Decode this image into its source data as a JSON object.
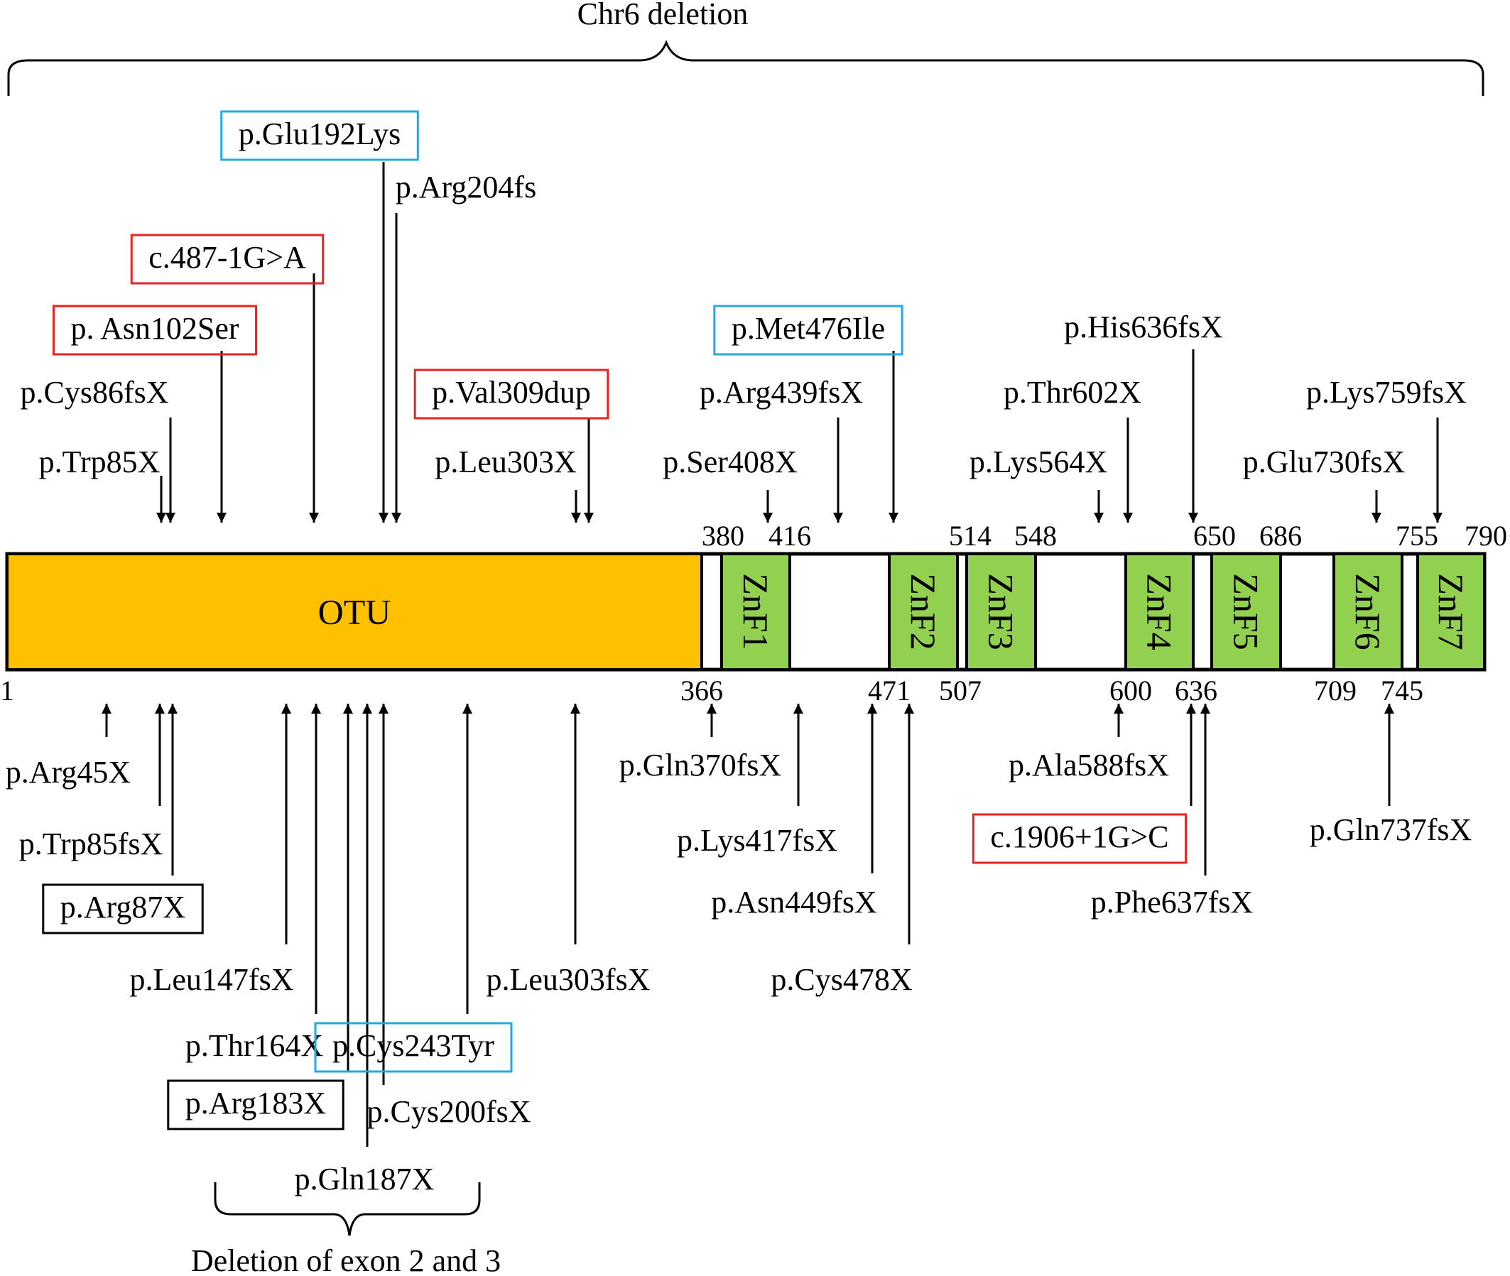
{
  "title": "Chr6 deletion",
  "exon_deletion_label": "Deletion of exon 2 and 3",
  "colors": {
    "otu": "#FFC000",
    "znf": "#92D050",
    "box_red": "#E8221E",
    "box_blue": "#29A8DF",
    "box_black": "#000000"
  },
  "domains": [
    {
      "name": "OTU",
      "start": 1,
      "end": 366,
      "type": "otu"
    },
    {
      "name": "ZnF1",
      "start": 380,
      "end": 416,
      "type": "znf"
    },
    {
      "name": "ZnF2",
      "start": 471,
      "end": 507,
      "type": "znf"
    },
    {
      "name": "ZnF3",
      "start": 514,
      "end": 548,
      "type": "znf"
    },
    {
      "name": "ZnF4",
      "start": 600,
      "end": 636,
      "type": "znf"
    },
    {
      "name": "ZnF5",
      "start": 650,
      "end": 686,
      "type": "znf"
    },
    {
      "name": "ZnF6",
      "start": 709,
      "end": 745,
      "type": "znf"
    },
    {
      "name": "ZnF7",
      "start": 755,
      "end": 790,
      "type": "znf"
    }
  ],
  "ticks_top": [
    "380",
    "416",
    "514",
    "548",
    "650",
    "686",
    "755",
    "790"
  ],
  "ticks_bottom": [
    "1",
    "366",
    "471",
    "507",
    "600",
    "636",
    "709",
    "745"
  ],
  "mutations_above": [
    {
      "label": "p.Glu192Lys",
      "position": 192,
      "box": "blue"
    },
    {
      "label": "p.Arg204fs",
      "position": 204,
      "box": "none"
    },
    {
      "label": "c.487-1G>A",
      "position": 163,
      "box": "red"
    },
    {
      "label": "p. Asn102Ser",
      "position": 112,
      "box": "red"
    },
    {
      "label": "p.Cys86fsX",
      "position": 86,
      "box": "none"
    },
    {
      "label": "p.Trp85X",
      "position": 85,
      "box": "none"
    },
    {
      "label": "p.Val309dup",
      "position": 309,
      "box": "red"
    },
    {
      "label": "p.Leu303X",
      "position": 303,
      "box": "none"
    },
    {
      "label": "p.Met476Ile",
      "position": 476,
      "box": "blue"
    },
    {
      "label": "p.Arg439fsX",
      "position": 439,
      "box": "none"
    },
    {
      "label": "p.Ser408X",
      "position": 408,
      "box": "none"
    },
    {
      "label": "p.His636fsX",
      "position": 636,
      "box": "none"
    },
    {
      "label": "p.Thr602X",
      "position": 602,
      "box": "none"
    },
    {
      "label": "p.Lys564X",
      "position": 564,
      "box": "none"
    },
    {
      "label": "p.Lys759fsX",
      "position": 759,
      "box": "none"
    },
    {
      "label": "p.Glu730fsX",
      "position": 730,
      "box": "none"
    }
  ],
  "mutations_below": [
    {
      "label": "p.Arg45X",
      "position": 45,
      "box": "none"
    },
    {
      "label": "p.Trp85fsX",
      "position": 85,
      "box": "none"
    },
    {
      "label": "p.Arg87X",
      "position": 87,
      "box": "black"
    },
    {
      "label": "p.Leu147fsX",
      "position": 147,
      "box": "none"
    },
    {
      "label": "p.Thr164X",
      "position": 164,
      "box": "none"
    },
    {
      "label": "p.Arg183X",
      "position": 183,
      "box": "black"
    },
    {
      "label": "p.Gln187X",
      "position": 187,
      "box": "none"
    },
    {
      "label": "p.Cys200fsX",
      "position": 200,
      "box": "none"
    },
    {
      "label": "p.Cys243Tyr",
      "position": 243,
      "box": "blue"
    },
    {
      "label": "p.Leu303fsX",
      "position": 303,
      "box": "none"
    },
    {
      "label": "p.Gln370fsX",
      "position": 370,
      "box": "none"
    },
    {
      "label": "p.Lys417fsX",
      "position": 417,
      "box": "none"
    },
    {
      "label": "p.Asn449fsX",
      "position": 449,
      "box": "none"
    },
    {
      "label": "p.Cys478X",
      "position": 478,
      "box": "none"
    },
    {
      "label": "p.Ala588fsX",
      "position": 588,
      "box": "none"
    },
    {
      "label": "c.1906+1G>C",
      "position": 636,
      "box": "red"
    },
    {
      "label": "p.Phe637fsX",
      "position": 637,
      "box": "none"
    },
    {
      "label": "p.Gln737fsX",
      "position": 737,
      "box": "none"
    }
  ]
}
